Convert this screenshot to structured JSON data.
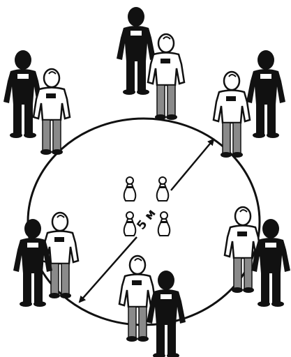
{
  "diagram": {
    "distance_label": "5 м",
    "colors": {
      "ink": "#111111",
      "dark_team_fill": "#111111",
      "light_team_shirt": "#ffffff",
      "light_team_pants": "#8a8a8a",
      "pin_fill": "#ffffff"
    },
    "pins": {
      "count": 4
    },
    "players": {
      "dark_team_count": 6,
      "light_team_count": 6
    }
  }
}
